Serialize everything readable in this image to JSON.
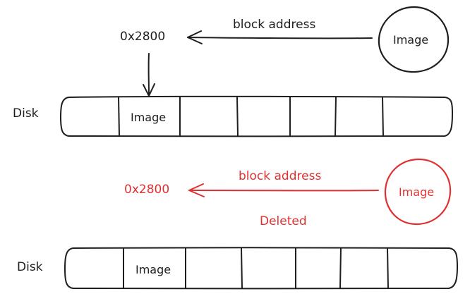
{
  "colors": {
    "ink": "#1e1e1e",
    "deleted": "#e03131",
    "background": "#ffffff"
  },
  "top": {
    "address": "0x2800",
    "arrow_label": "block address",
    "circle_label": "Image",
    "disk_label": "Disk",
    "cell_label": "Image"
  },
  "bottom": {
    "address": "0x2800",
    "arrow_label": "block address",
    "circle_label": "Image",
    "status": "Deleted",
    "disk_label": "Disk",
    "cell_label": "Image"
  }
}
